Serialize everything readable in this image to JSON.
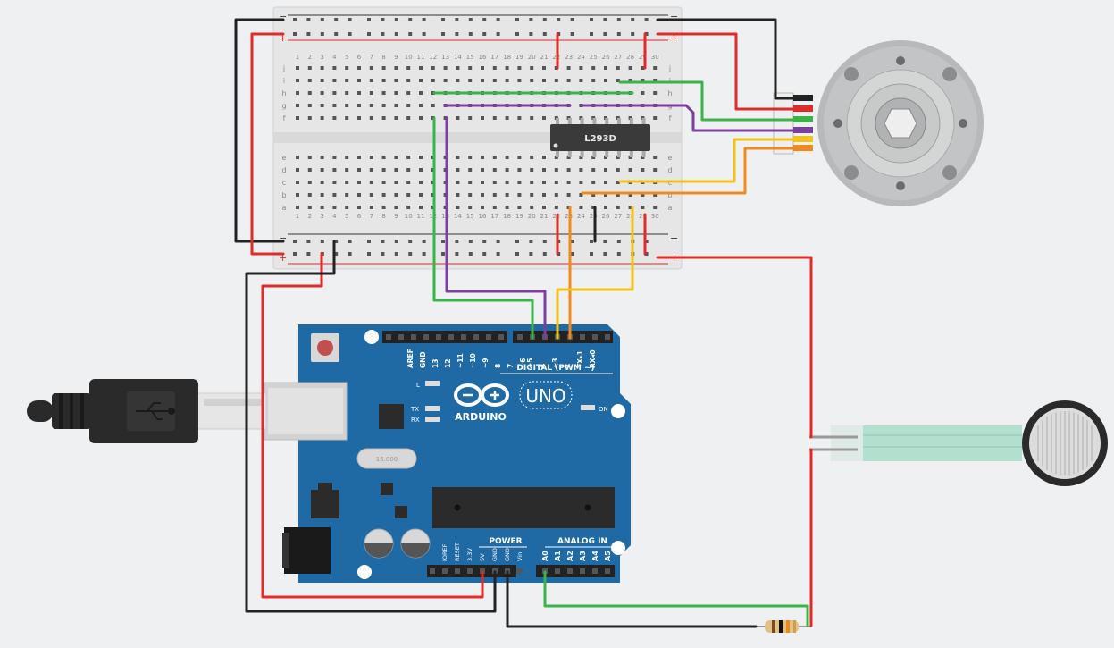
{
  "breadboard": {
    "column_numbers": [
      "1",
      "2",
      "3",
      "4",
      "5",
      "6",
      "7",
      "8",
      "9",
      "10",
      "11",
      "12",
      "13",
      "14",
      "15",
      "16",
      "17",
      "18",
      "19",
      "20",
      "21",
      "22",
      "23",
      "24",
      "25",
      "26",
      "27",
      "28",
      "29",
      "30"
    ],
    "rail_minus": "−",
    "rail_plus": "+",
    "row_letters_top": [
      "j",
      "i",
      "h",
      "g",
      "f"
    ],
    "row_letters_bottom": [
      "e",
      "d",
      "c",
      "b",
      "a"
    ]
  },
  "chip": {
    "label": "L293D"
  },
  "arduino": {
    "brand": "ARDUINO",
    "model": "UNO",
    "digital_label": "DIGITAL (PWM ~)",
    "power_label": "POWER",
    "analog_label": "ANALOG IN",
    "led_l": "L",
    "led_tx": "TX",
    "led_rx": "RX",
    "led_on": "ON",
    "crystal": "16.000",
    "digital_pins": [
      "AREF",
      "GND",
      "13",
      "12",
      "~11",
      "~10",
      "~9",
      "8",
      "7",
      "~6",
      "~5",
      "4",
      "~3",
      "2",
      "TX▸1",
      "RX◂0"
    ],
    "power_pins": [
      "IOREF",
      "RESET",
      "3.3V",
      "5V",
      "GND",
      "GND",
      "Vin"
    ],
    "analog_pins": [
      "A0",
      "A1",
      "A2",
      "A3",
      "A4",
      "A5"
    ]
  },
  "colors": {
    "board_blue": "#1f6aa5",
    "breadboard": "#e6e6e6",
    "wire_red": "#e02b2b",
    "wire_black": "#222222",
    "wire_green": "#3bb34a",
    "wire_purple": "#7b3fa0",
    "wire_yellow": "#f2c21b",
    "wire_orange": "#f08a1c",
    "motor_body": "#b9bcbd",
    "fsr_green": "#9fd8c4"
  },
  "icons": [
    "usb-icon",
    "arduino-infinity-logo"
  ]
}
